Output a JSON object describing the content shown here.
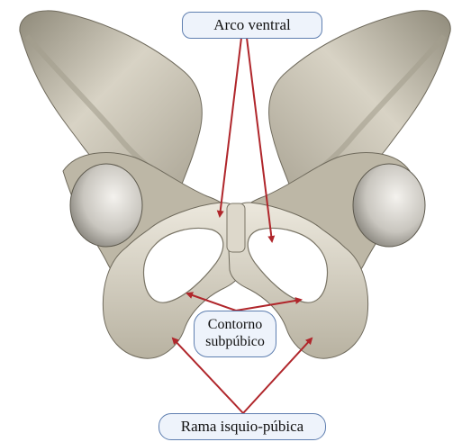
{
  "labels": {
    "arco_ventral": "Arco ventral",
    "contorno_line1": "Contorno",
    "contorno_line2": "subpúbico",
    "rama": "Rama isquio-púbica"
  },
  "colors": {
    "bone_light": "#e6e2d6",
    "bone_mid": "#c9c3b2",
    "bone_dark": "#8d8878",
    "bone_shadow": "#6f6a5c",
    "arrow": "#b0262b",
    "label_border": "#5f7fb0",
    "label_fill": "#eef3fb"
  }
}
